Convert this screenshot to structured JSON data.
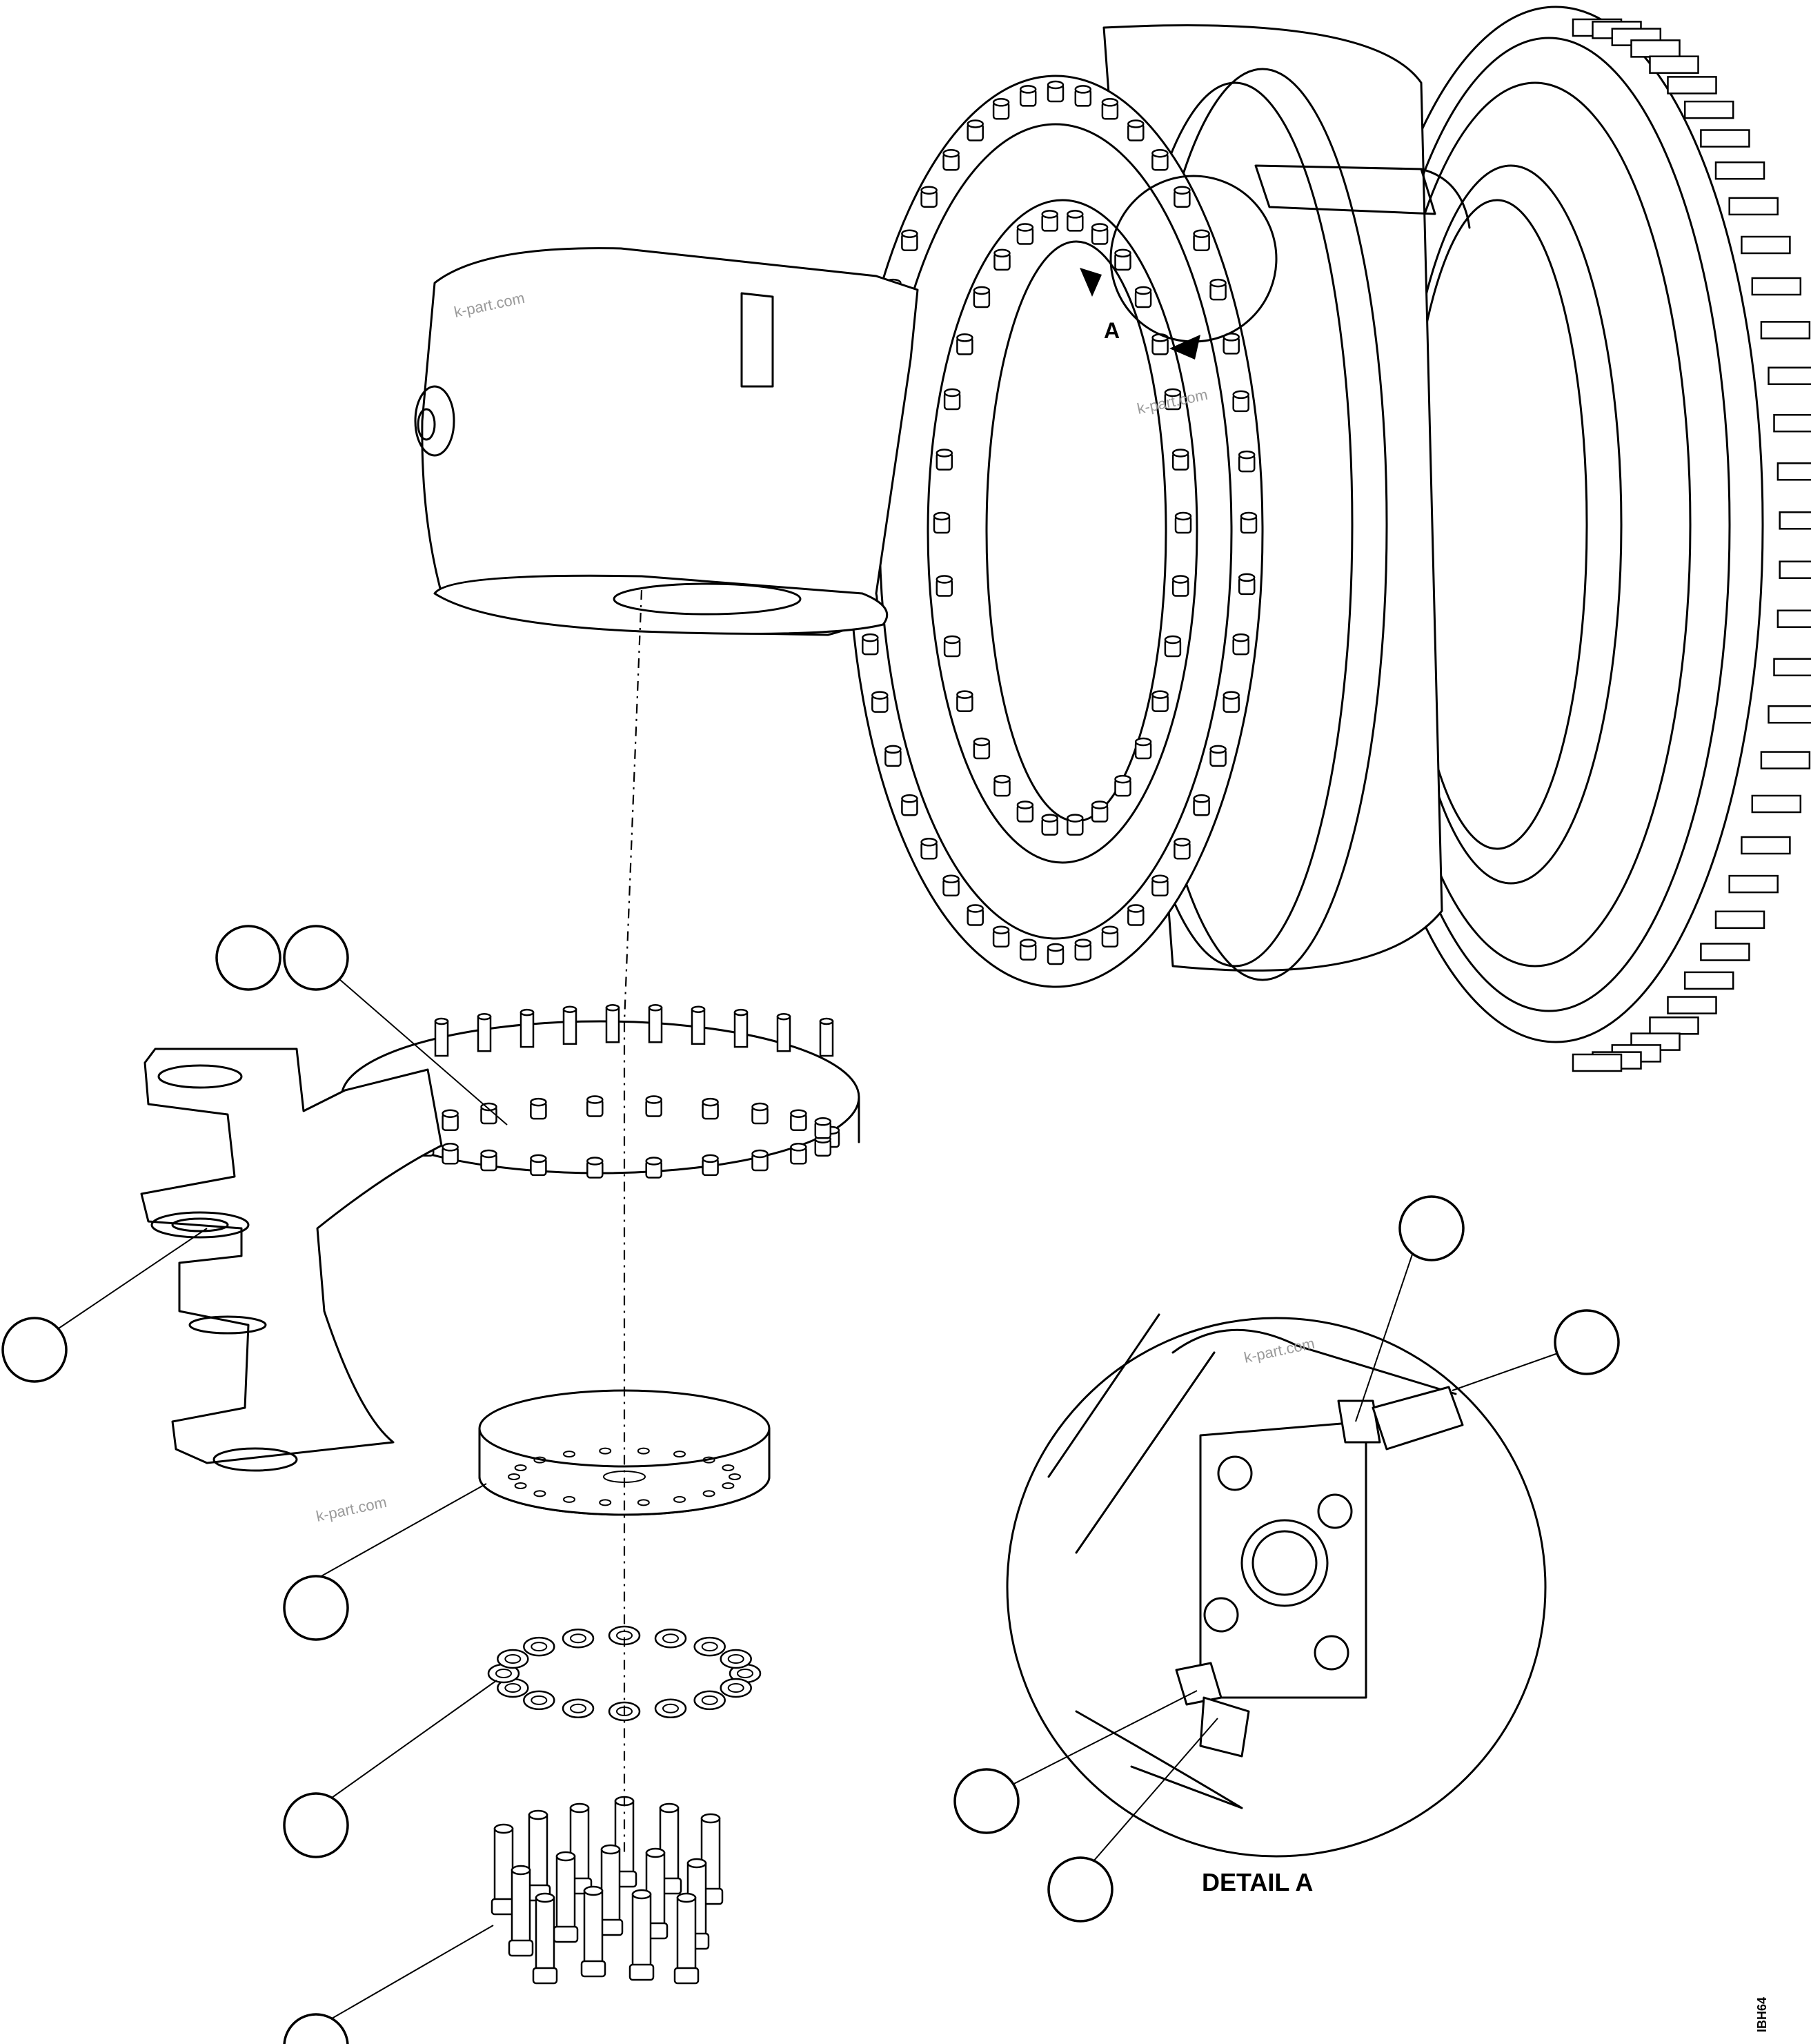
{
  "detail_label": "DETAIL A",
  "view_letter": "A",
  "figure_code": "IBH64",
  "watermark": "k-part.com",
  "callouts": [
    {
      "id": "c1",
      "text": ""
    },
    {
      "id": "c2",
      "text": ""
    },
    {
      "id": "c3",
      "text": ""
    },
    {
      "id": "c4",
      "text": ""
    },
    {
      "id": "c5",
      "text": ""
    },
    {
      "id": "c6",
      "text": ""
    },
    {
      "id": "c7",
      "text": ""
    },
    {
      "id": "c8",
      "text": ""
    },
    {
      "id": "c9",
      "text": ""
    },
    {
      "id": "c10",
      "text": ""
    }
  ]
}
